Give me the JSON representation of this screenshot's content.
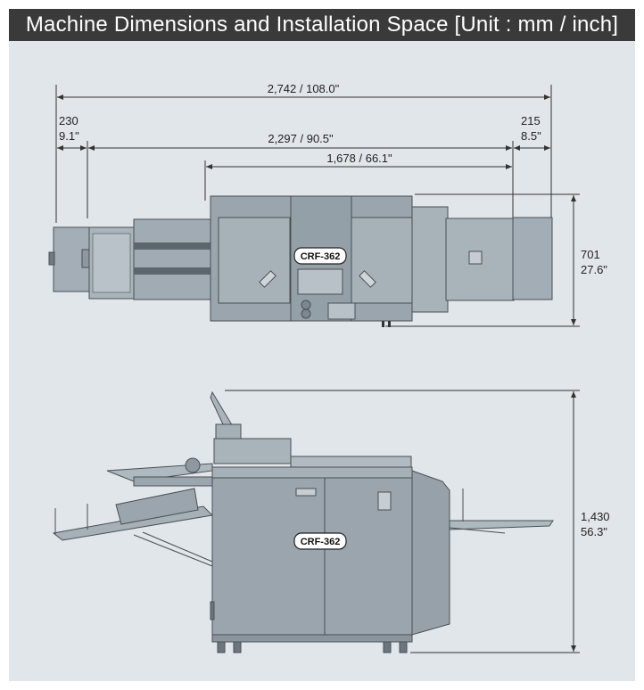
{
  "title": "Machine Dimensions and Installation Space [Unit : mm / inch]",
  "colors": {
    "header_bg": "#3a3a3a",
    "panel_bg": "#e1e6ea",
    "machine_fill": "#9aa5ae",
    "machine_dark": "#7a858e",
    "machine_light": "#b7c0c7",
    "line": "#333333"
  },
  "top_view": {
    "model_label": "CRF-362",
    "dimensions": {
      "overall": "2,742 / 108.0\"",
      "left_space_mm": "230",
      "left_space_in": "9.1\"",
      "right_space_mm": "215",
      "right_space_in": "8.5\"",
      "machine_length": "2,297 / 90.5\"",
      "body_length": "1,678 / 66.1\"",
      "depth_mm": "701",
      "depth_in": "27.6\""
    }
  },
  "side_view": {
    "model_label": "CRF-362",
    "dimensions": {
      "height_mm": "1,430",
      "height_in": "56.3\""
    }
  }
}
